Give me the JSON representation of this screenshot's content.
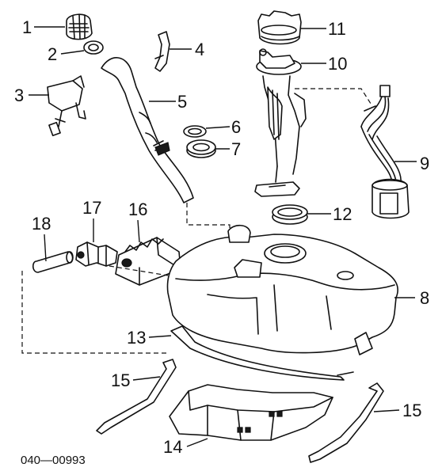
{
  "diagram": {
    "code": "040—00993",
    "callouts": {
      "c1": "1",
      "c2": "2",
      "c3": "3",
      "c4": "4",
      "c5": "5",
      "c6": "6",
      "c7": "7",
      "c8": "8",
      "c9": "9",
      "c10": "10",
      "c11": "11",
      "c12": "12",
      "c13": "13",
      "c14": "14",
      "c15a": "15",
      "c15b": "15",
      "c16": "16",
      "c17": "17",
      "c18": "18"
    }
  }
}
